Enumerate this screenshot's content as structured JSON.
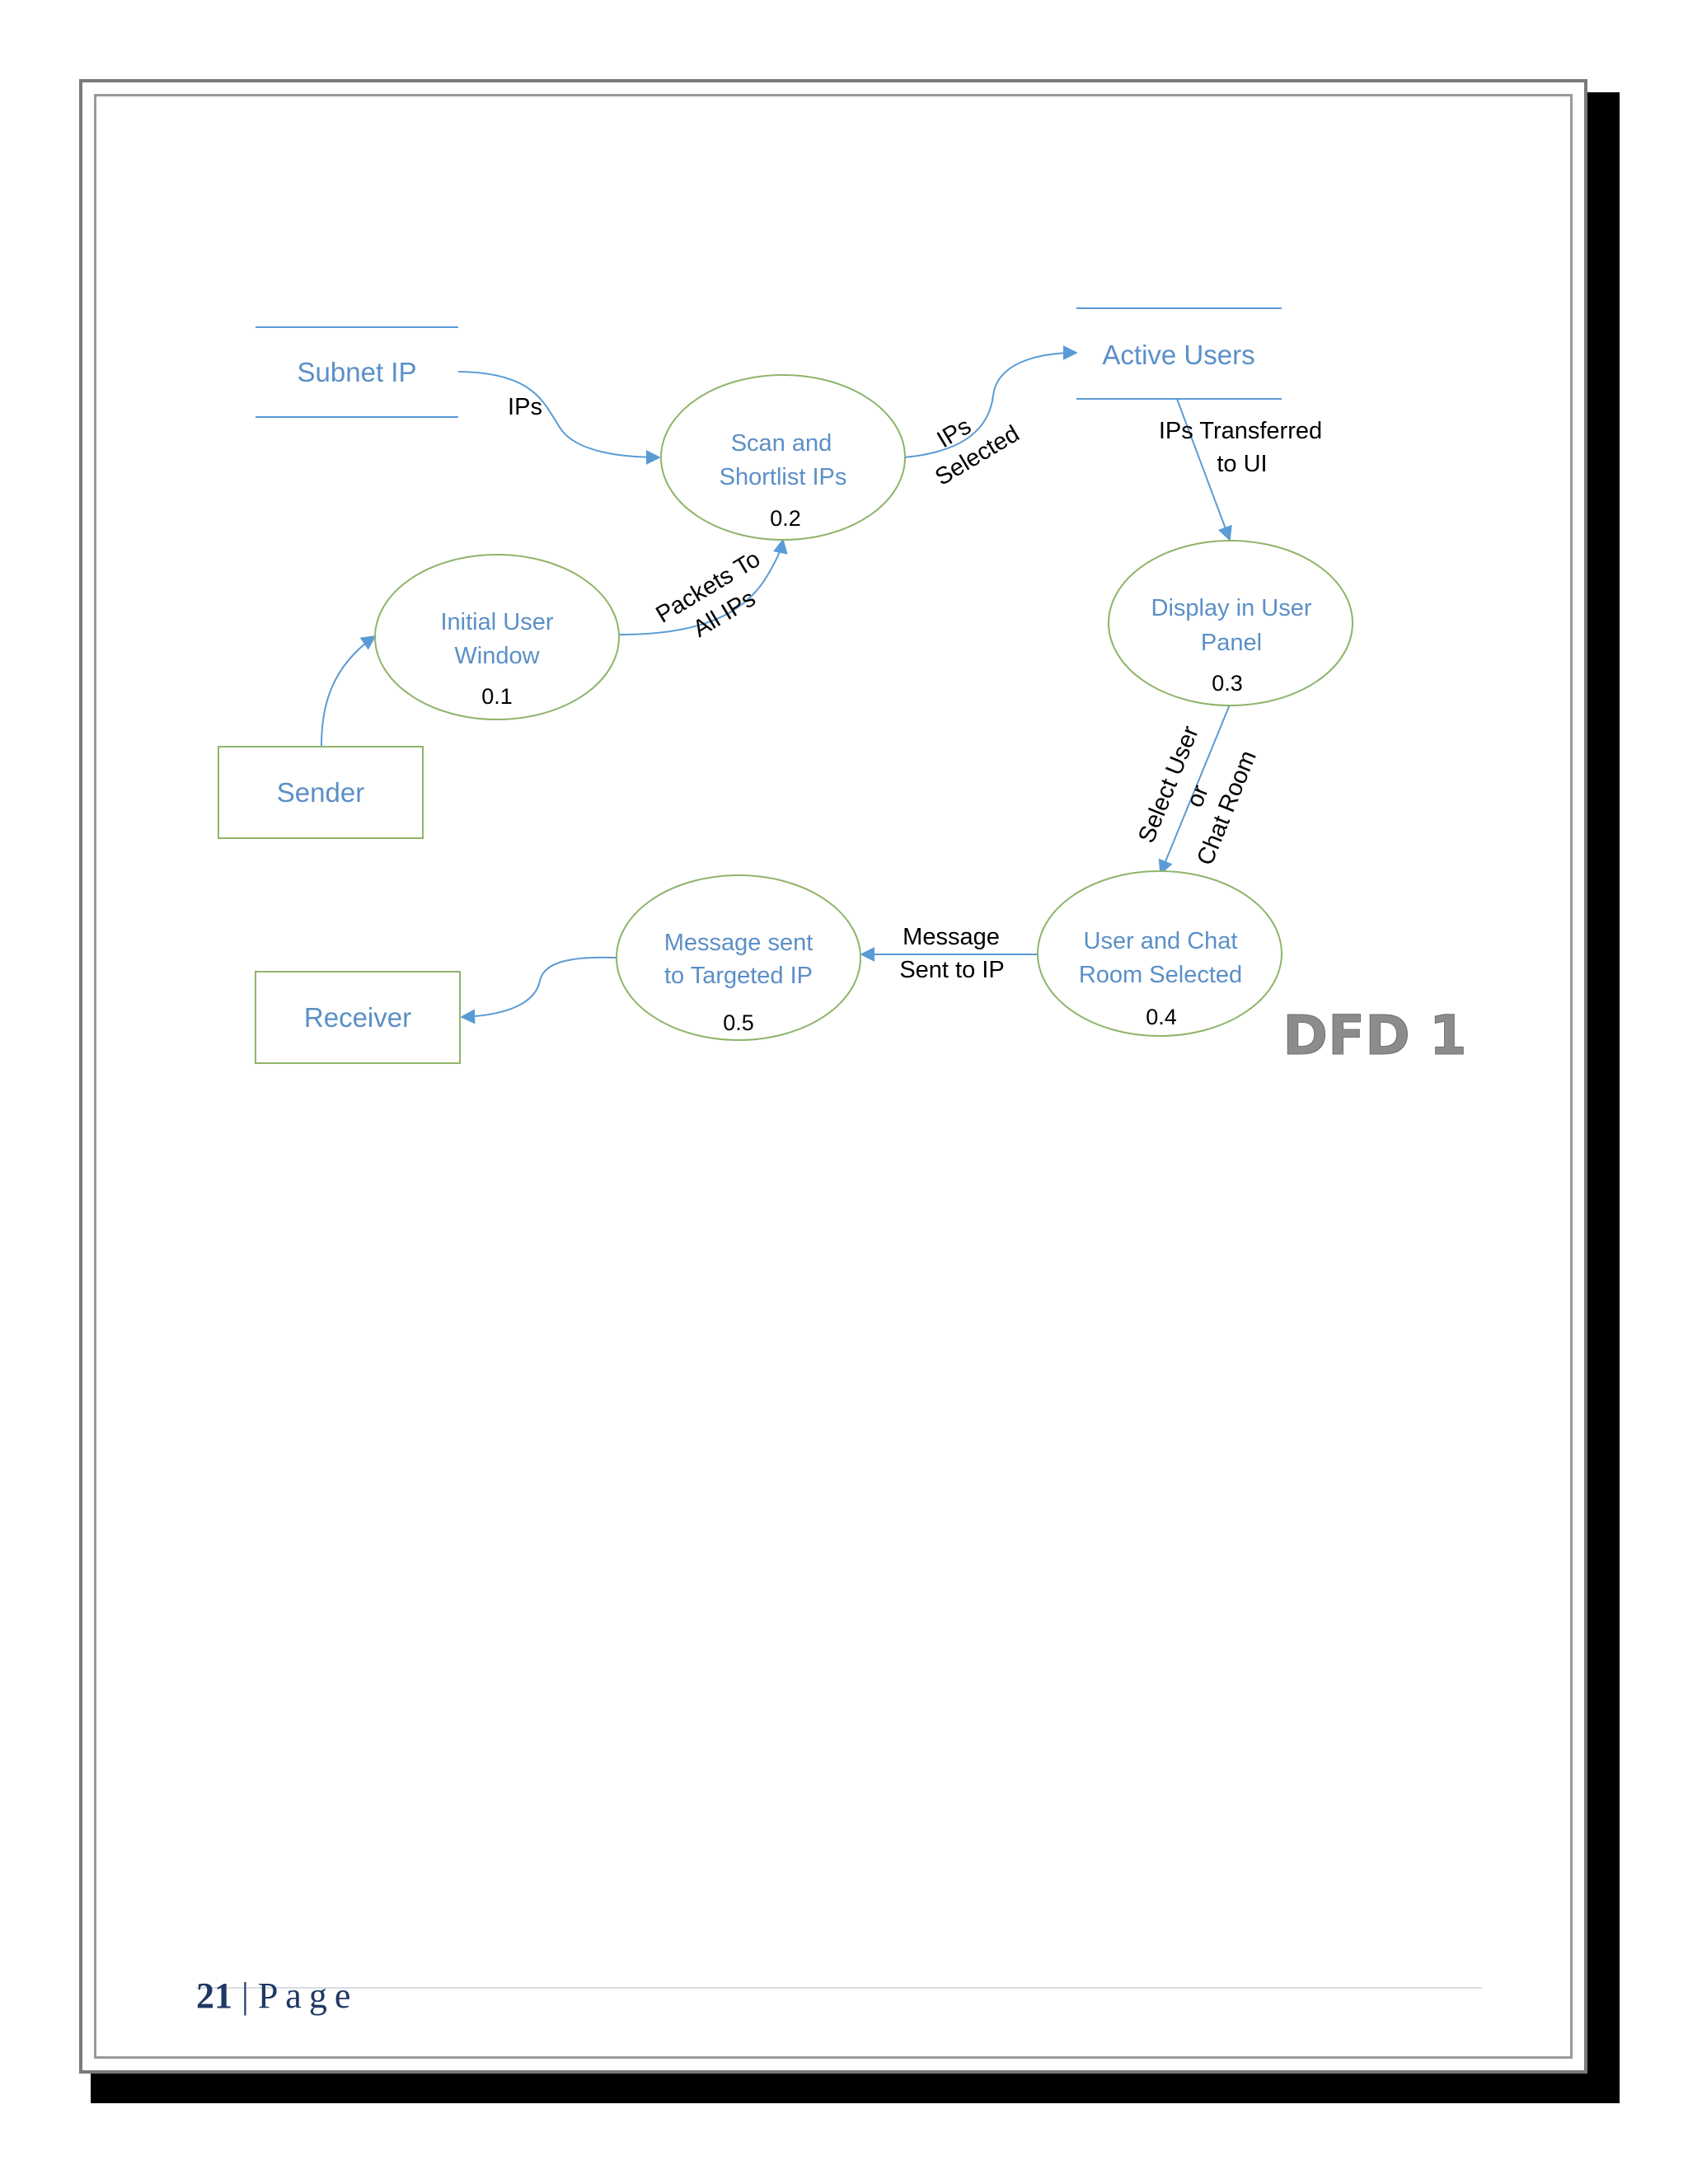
{
  "diagram": {
    "title": "DFD 1",
    "colors": {
      "node_stroke": "#8fb46a",
      "node_text": "#5b8fc7",
      "flow_line": "#5b9bd5",
      "footer_text": "#1f3864"
    },
    "external_entities": [
      {
        "id": "sender",
        "label": "Sender"
      },
      {
        "id": "receiver",
        "label": "Receiver"
      }
    ],
    "data_stores": [
      {
        "id": "subnet-ip",
        "label": "Subnet IP"
      },
      {
        "id": "active-users",
        "label": "Active Users"
      }
    ],
    "processes": [
      {
        "id": "initial-user-window",
        "lines": [
          "Initial User",
          "Window"
        ],
        "number": "0.1"
      },
      {
        "id": "scan-and-shortlist",
        "lines": [
          "Scan and",
          "Shortlist IPs"
        ],
        "number": "0.2"
      },
      {
        "id": "display-in-user-panel",
        "lines": [
          "Display in User",
          "Panel"
        ],
        "number": "0.3"
      },
      {
        "id": "user-chat-room-selected",
        "lines": [
          "User and Chat",
          "Room Selected"
        ],
        "number": "0.4"
      },
      {
        "id": "message-sent",
        "lines": [
          "Message sent",
          "to Targeted IP"
        ],
        "number": "0.5"
      }
    ],
    "flows": [
      {
        "id": "ips",
        "from": "Subnet IP",
        "to": "Scan and Shortlist IPs",
        "lines": [
          "IPs"
        ]
      },
      {
        "id": "packets",
        "from": "Initial User Window",
        "to": "Scan and Shortlist IPs",
        "lines": [
          "Packets To",
          "All IPs"
        ]
      },
      {
        "id": "ips-selected",
        "from": "Scan and Shortlist IPs",
        "to": "Active Users",
        "lines": [
          "IPs",
          "Selected"
        ]
      },
      {
        "id": "ips-transferred",
        "from": "Active Users",
        "to": "Display in User Panel",
        "lines": [
          "IPs Transferred",
          "to UI"
        ]
      },
      {
        "id": "select-user",
        "from": "Display in User Panel",
        "to": "User and Chat Room Selected",
        "lines": [
          "Select User",
          "or",
          "Chat Room"
        ]
      },
      {
        "id": "message-sent-to-ip",
        "from": "User and Chat Room Selected",
        "to": "Message sent to Targeted IP",
        "lines": [
          "Message",
          "Sent to IP"
        ]
      },
      {
        "id": "sender-flow",
        "from": "Sender",
        "to": "Initial User Window",
        "lines": []
      },
      {
        "id": "receiver-flow",
        "from": "Message sent to Targeted IP",
        "to": "Receiver",
        "lines": []
      }
    ]
  },
  "footer": {
    "page_number": "21",
    "separator": " | ",
    "page_label": "Page"
  }
}
